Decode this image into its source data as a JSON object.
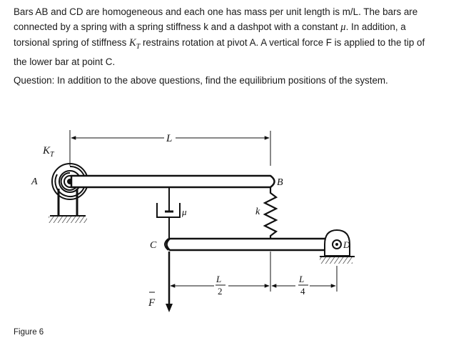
{
  "problem": {
    "line1": "Bars AB and CD are homogeneous and each one has mass per unit length is m/L. The bars are",
    "line2_before": "connected by a spring with a spring stiffness k and a dashpot with a constant ",
    "mu": "μ",
    "line2_after": ". In addition, a",
    "line3_before": "torsional spring of stiffness ",
    "kt_main": "K",
    "kt_sub": "T",
    "line3_after": " restrains rotation at pivot A. A vertical force F is applied to the tip of",
    "line4": "the lower bar at point C."
  },
  "question": "Question: In addition to the above questions, find the equilibrium positions of the system.",
  "figure": {
    "caption": "Figure 6",
    "labels": {
      "A": "A",
      "B": "B",
      "C": "C",
      "D": "D",
      "KT_main": "K",
      "KT_sub": "T",
      "L": "L",
      "mu": "μ",
      "k": "k",
      "F": "F",
      "half_num": "L",
      "half_den": "2",
      "quarter_num": "L",
      "quarter_den": "4"
    }
  }
}
